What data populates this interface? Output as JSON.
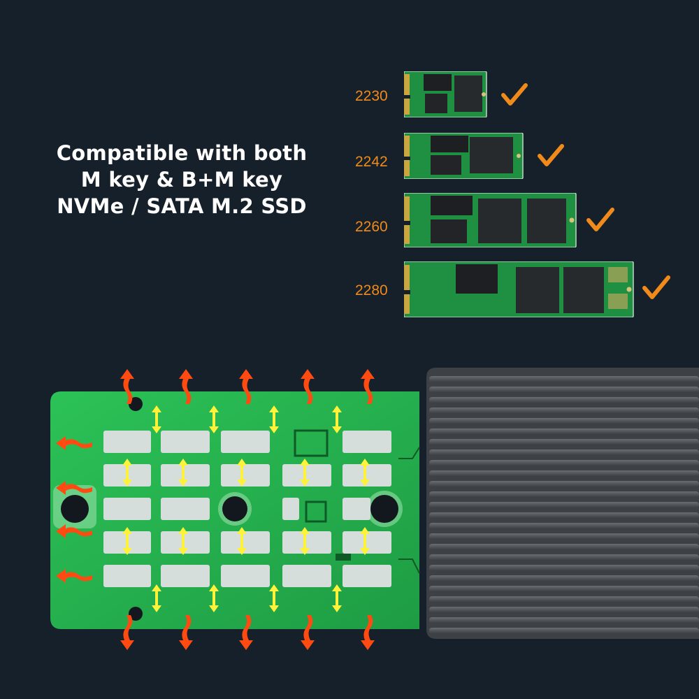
{
  "headline": {
    "line1": "Compatible with both",
    "line2": "M key & B+M key",
    "line3": "NVMe / SATA M.2 SSD"
  },
  "ssd_sizes": [
    {
      "label": "2230",
      "checked": true
    },
    {
      "label": "2242",
      "checked": true
    },
    {
      "label": "2260",
      "checked": true
    },
    {
      "label": "2280",
      "checked": true
    }
  ],
  "colors": {
    "background": "#16202a",
    "label": "#f08a1a",
    "check": "#f08a1a",
    "pcb": "#22b04a",
    "pcb_dark": "#0f6e2e",
    "pad": "#d6dedb",
    "hot_arrow": "#ff4a12",
    "cool_arrow": "#fff23a",
    "enclosure": "#4a4d52"
  },
  "icons": {
    "check": "check-mark-icon",
    "heat_up": "heat-arrow-up-icon",
    "heat_down": "heat-arrow-down-icon",
    "heat_left": "heat-arrow-left-icon"
  }
}
